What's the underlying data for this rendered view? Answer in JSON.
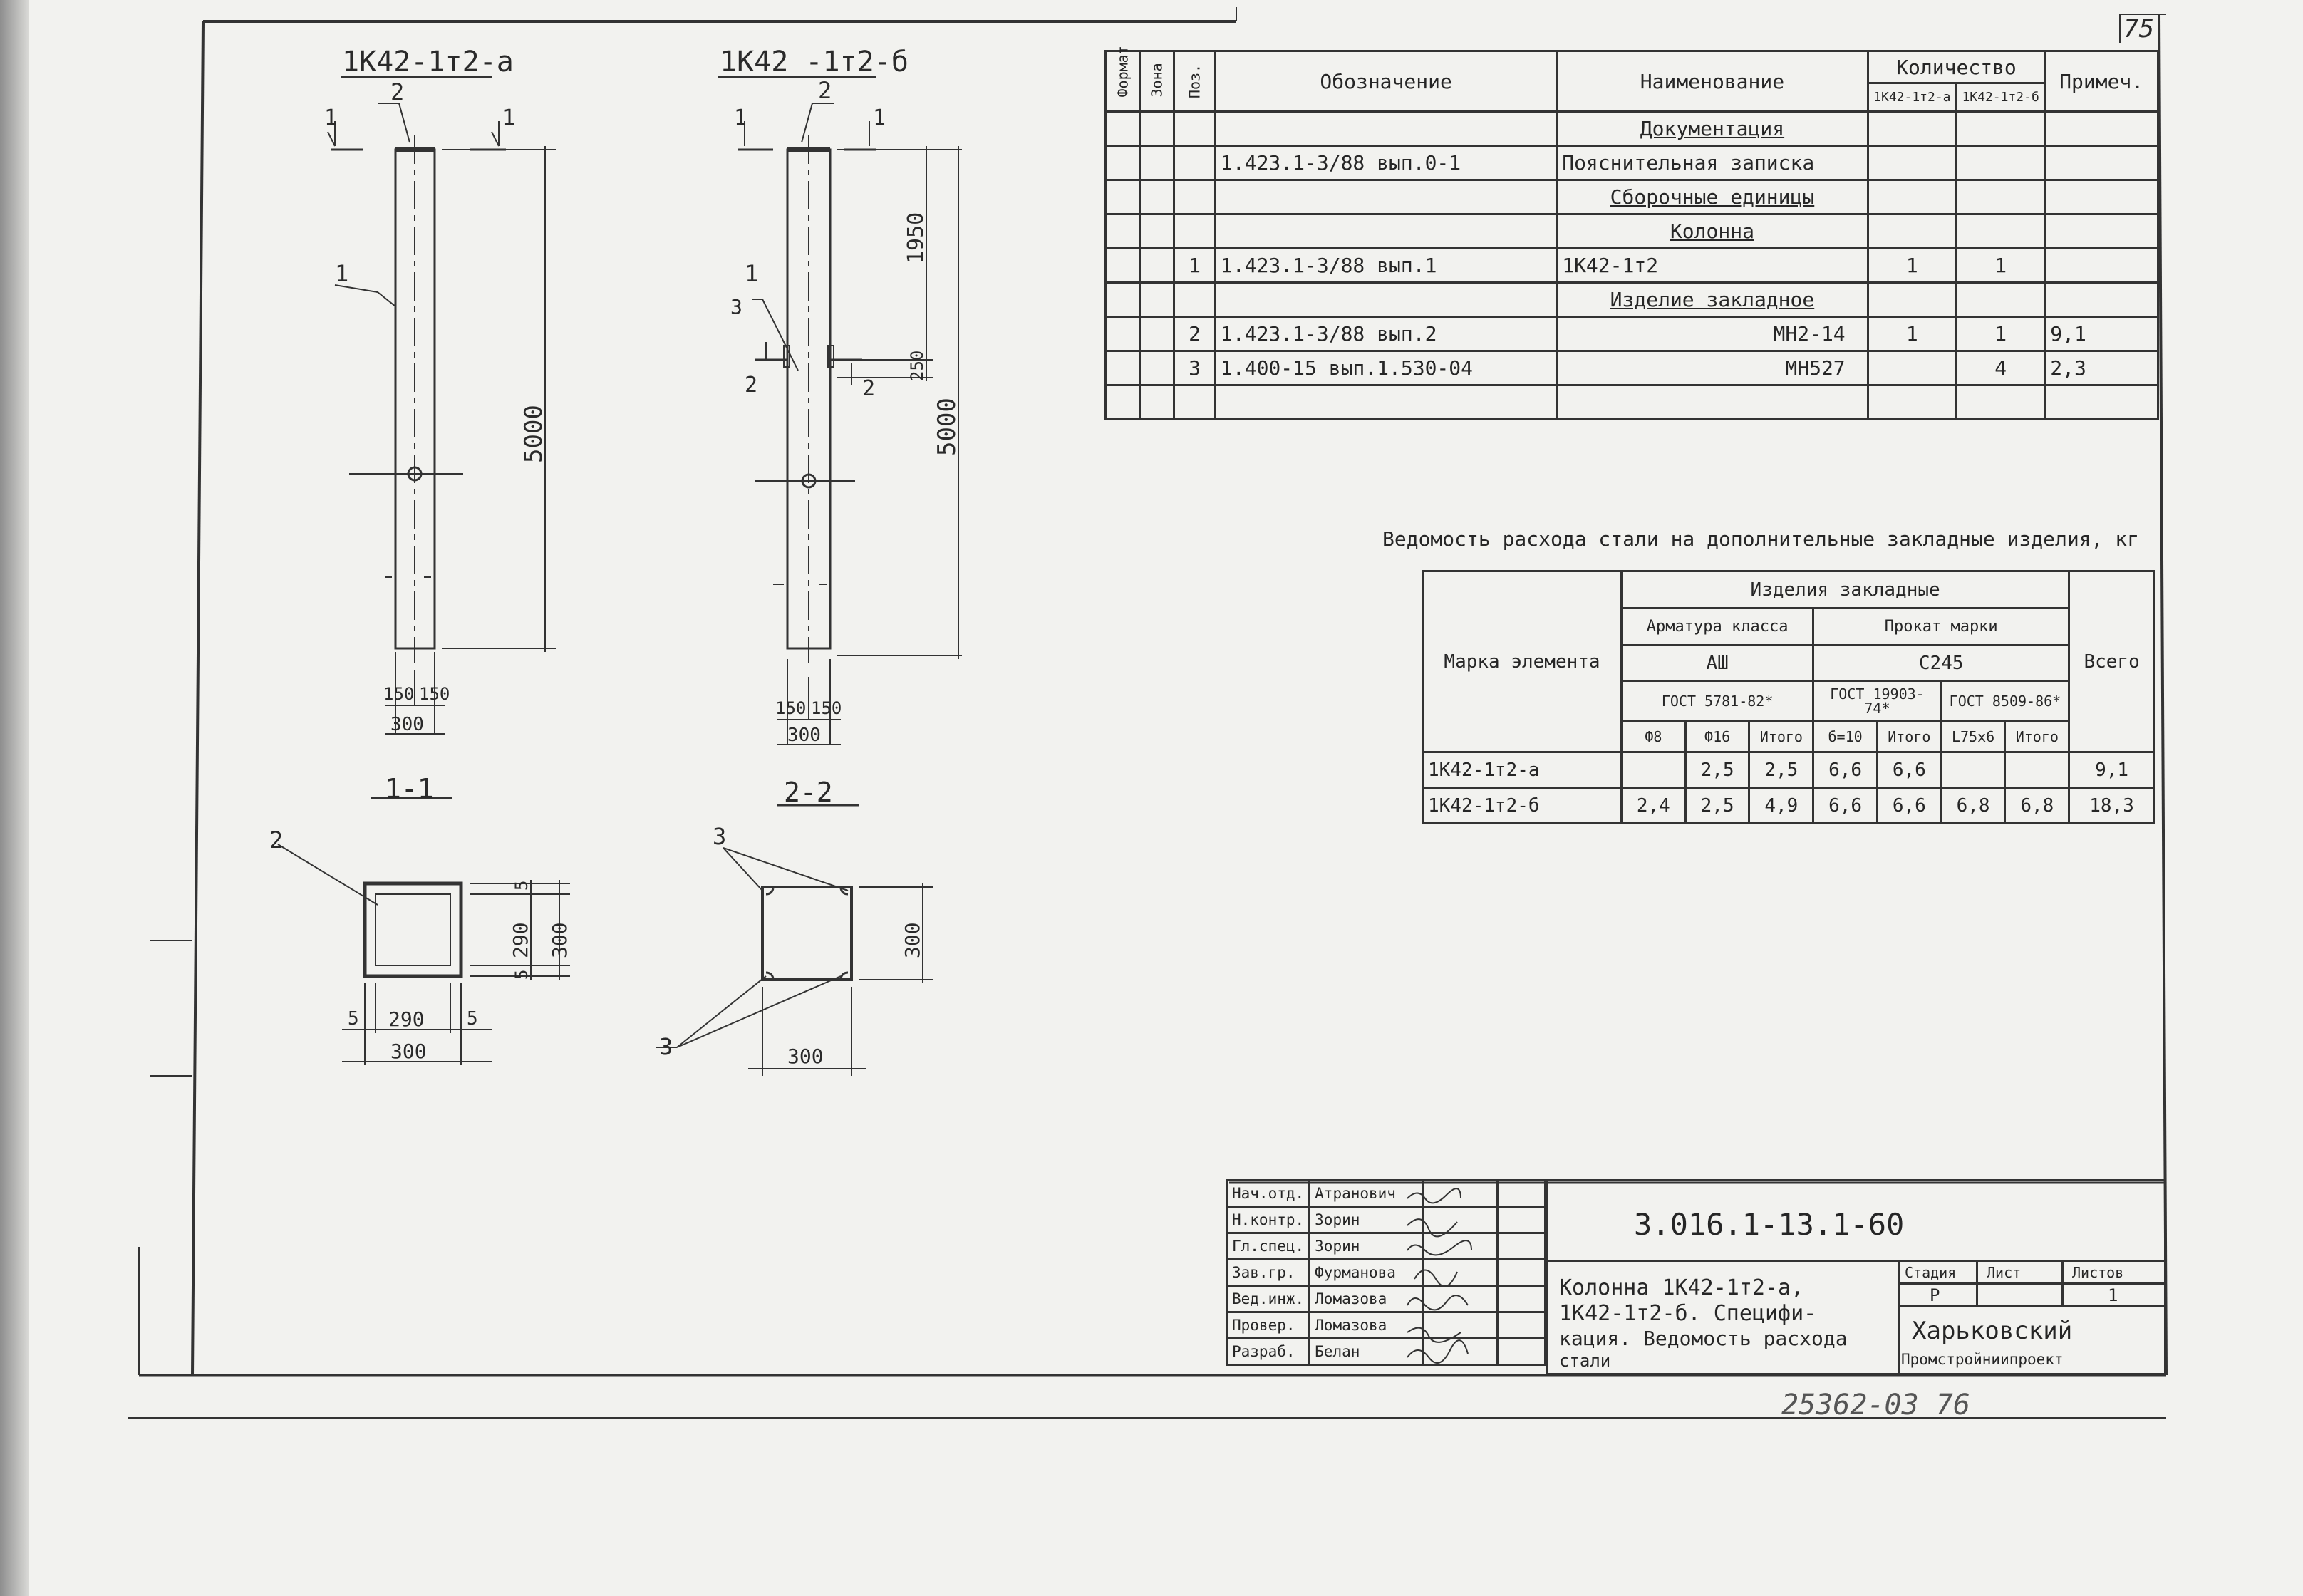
{
  "page_number": "75",
  "stamp_bottom": "25362-03  76",
  "views": {
    "col_a_title": "1К42-1т2-а",
    "col_b_title": "1К42 -1т2-б",
    "pos_2": "2",
    "pos_1": "1",
    "pos_3": "3",
    "sec_1": "1",
    "sec_2": "2",
    "dim_5000": "5000",
    "dim_1950": "1950",
    "dim_250": "250",
    "dim_150": "150",
    "dim_300": "300",
    "dim_290": "290",
    "dim_5": "5",
    "section_1_title": "1-1",
    "section_2_title": "2-2"
  },
  "spec_table": {
    "headers": {
      "format": "Формат",
      "zone": "Зона",
      "pos": "Поз.",
      "designation": "Обозначение",
      "name": "Наименование",
      "quantity": "Количество",
      "q_a": "1К42-1т2-а",
      "q_b": "1К42-1т2-б",
      "note": "Примеч."
    },
    "rows": [
      {
        "pos": "",
        "designation": "",
        "name": "Документация",
        "qa": "",
        "qb": "",
        "note": ""
      },
      {
        "pos": "",
        "designation": "1.423.1-3/88 вып.0-1",
        "name": "Пояснительная записка",
        "qa": "",
        "qb": "",
        "note": ""
      },
      {
        "pos": "",
        "designation": "",
        "name": "Сборочные единицы",
        "qa": "",
        "qb": "",
        "note": ""
      },
      {
        "pos": "",
        "designation": "",
        "name": "Колонна",
        "qa": "",
        "qb": "",
        "note": ""
      },
      {
        "pos": "1",
        "designation": "1.423.1-3/88 вып.1",
        "name": "1К42-1т2",
        "qa": "1",
        "qb": "1",
        "note": ""
      },
      {
        "pos": "",
        "designation": "",
        "name": "Изделие закладное",
        "qa": "",
        "qb": "",
        "note": ""
      },
      {
        "pos": "2",
        "designation": "1.423.1-3/88 вып.2",
        "name": "МН2-14",
        "qa": "1",
        "qb": "1",
        "note": "9,1"
      },
      {
        "pos": "3",
        "designation": "1.400-15 вып.1.530-04",
        "name": "МН527",
        "qa": "",
        "qb": "4",
        "note": "2,3"
      },
      {
        "pos": "",
        "designation": "",
        "name": "",
        "qa": "",
        "qb": "",
        "note": ""
      }
    ]
  },
  "steel_table": {
    "caption": "Ведомость расхода стали на дополнительные закладные изделия, кг",
    "h_mark": "Марка элемента",
    "h_items": "Изделия закладные",
    "h_rebar": "Арматура класса",
    "h_rolled": "Прокат марки",
    "h_a3": "АШ",
    "h_c245": "С245",
    "h_gost1": "ГОСТ 5781-82*",
    "h_gost2": "ГОСТ 19903-74*",
    "h_gost3": "ГОСТ 8509-86*",
    "h_total": "Всего",
    "cols": [
      "Ф8",
      "Ф16",
      "Итого",
      "б=10",
      "Итого",
      "L75x6",
      "Итого"
    ],
    "rows": [
      {
        "mark": "1К42-1т2-а",
        "v": [
          "",
          "2,5",
          "2,5",
          "6,6",
          "6,6",
          "",
          ""
        ],
        "total": "9,1"
      },
      {
        "mark": "1К42-1т2-б",
        "v": [
          "2,4",
          "2,5",
          "4,9",
          "6,6",
          "6,6",
          "6,8",
          "6,8"
        ],
        "total": "18,3"
      }
    ]
  },
  "title_block": {
    "doc_code": "3.016.1-13.1-60",
    "title": "Колонна 1К42-1т2-а, 1К42-1т2-б. Спецификация. Ведомость расхода стали",
    "title_l1": "Колонна 1К42-1т2-а,",
    "title_l2": "1К42-1т2-б. Специфи-",
    "title_l3": "кация. Ведомость расхода",
    "title_l4": "стали",
    "stage_h": "Стадия",
    "sheet_h": "Лист",
    "sheets_h": "Листов",
    "stage": "Р",
    "sheet": "",
    "sheets": "1",
    "org_l1": "Харьковский",
    "org_l2": "Промстройниипроект",
    "people": [
      {
        "role": "Нач.отд.",
        "name": "Атранович"
      },
      {
        "role": "Н.контр.",
        "name": "Зорин"
      },
      {
        "role": "Гл.спец.",
        "name": "Зорин"
      },
      {
        "role": "Зав.гр.",
        "name": "Фурманова"
      },
      {
        "role": "Вед.инж.",
        "name": "Ломазова"
      },
      {
        "role": "Провер.",
        "name": "Ломазова"
      },
      {
        "role": "Разраб.",
        "name": "Белан"
      }
    ]
  }
}
